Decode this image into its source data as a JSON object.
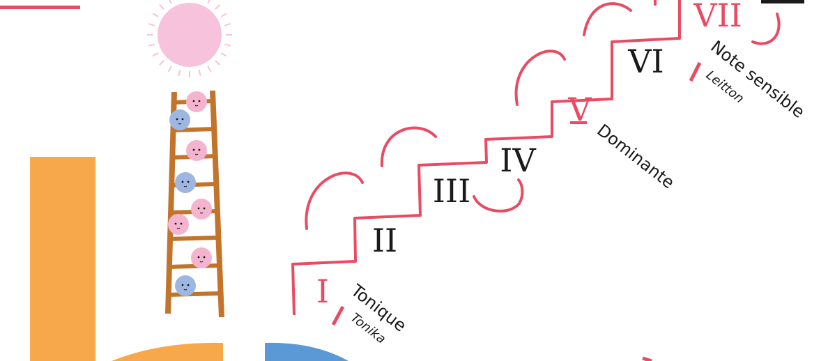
{
  "colors": {
    "accent_red": "#e94b63",
    "orange": "#f6a84a",
    "blue": "#5a98d6",
    "sun_pink": "#f6c2dc",
    "ladder_brown": "#c1742a",
    "ink": "#1a1a1a",
    "face_pink": "#f4b3cf",
    "face_blue": "#9db7e2"
  },
  "degrees": [
    {
      "numeral": "I",
      "highlight": true
    },
    {
      "numeral": "II",
      "highlight": false
    },
    {
      "numeral": "III",
      "highlight": false
    },
    {
      "numeral": "IV",
      "highlight": false
    },
    {
      "numeral": "V",
      "highlight": true
    },
    {
      "numeral": "VI",
      "highlight": false
    },
    {
      "numeral": "VII",
      "highlight": true
    }
  ],
  "labels": {
    "tonique": "Tonique",
    "tonika": "Tonika",
    "dominante": "Dominante",
    "note_sensible": "Note sensible",
    "leitton": "Leitton"
  },
  "icons": {
    "sun": "sun-icon",
    "ladder": "ladder-icon",
    "faces": "smiley-face-icon"
  }
}
